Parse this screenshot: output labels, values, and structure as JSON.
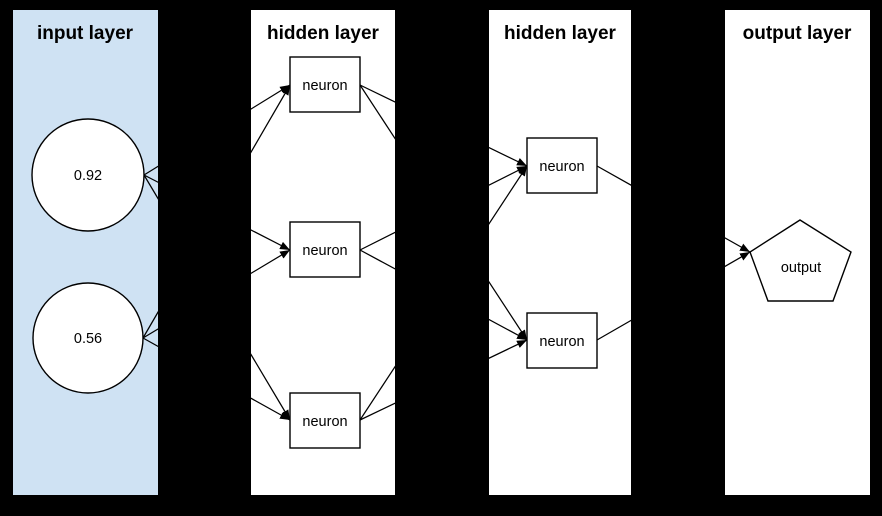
{
  "diagram": {
    "type": "neural-network",
    "colors": {
      "background": "#000000",
      "input_panel": "#cfe2f3",
      "panel_white": "#ffffff",
      "line": "#000000",
      "shape_fill": "#ffffff",
      "shape_stroke": "#000000",
      "text": "#000000"
    },
    "layers": [
      {
        "title": "input layer",
        "panel_color": "#cfe2f3",
        "nodes": [
          {
            "label": "0.92",
            "shape": "circle"
          },
          {
            "label": "0.56",
            "shape": "circle"
          }
        ]
      },
      {
        "title": "hidden layer",
        "panel_color": "#ffffff",
        "nodes": [
          {
            "label": "neuron",
            "shape": "rect"
          },
          {
            "label": "neuron",
            "shape": "rect"
          },
          {
            "label": "neuron",
            "shape": "rect"
          }
        ]
      },
      {
        "title": "hidden layer",
        "panel_color": "#ffffff",
        "nodes": [
          {
            "label": "neuron",
            "shape": "rect"
          },
          {
            "label": "neuron",
            "shape": "rect"
          }
        ]
      },
      {
        "title": "output layer",
        "panel_color": "#ffffff",
        "nodes": [
          {
            "label": "output",
            "shape": "pentagon"
          }
        ]
      }
    ],
    "connections": [
      {
        "from": "input-0",
        "to": "hidden1-0"
      },
      {
        "from": "input-0",
        "to": "hidden1-1"
      },
      {
        "from": "input-0",
        "to": "hidden1-2"
      },
      {
        "from": "input-1",
        "to": "hidden1-0"
      },
      {
        "from": "input-1",
        "to": "hidden1-1"
      },
      {
        "from": "input-1",
        "to": "hidden1-2"
      },
      {
        "from": "hidden1-0",
        "to": "hidden2-0"
      },
      {
        "from": "hidden1-0",
        "to": "hidden2-1"
      },
      {
        "from": "hidden1-1",
        "to": "hidden2-0"
      },
      {
        "from": "hidden1-1",
        "to": "hidden2-1"
      },
      {
        "from": "hidden1-2",
        "to": "hidden2-0"
      },
      {
        "from": "hidden1-2",
        "to": "hidden2-1"
      },
      {
        "from": "hidden2-0",
        "to": "output-0"
      },
      {
        "from": "hidden2-1",
        "to": "output-0"
      }
    ]
  }
}
